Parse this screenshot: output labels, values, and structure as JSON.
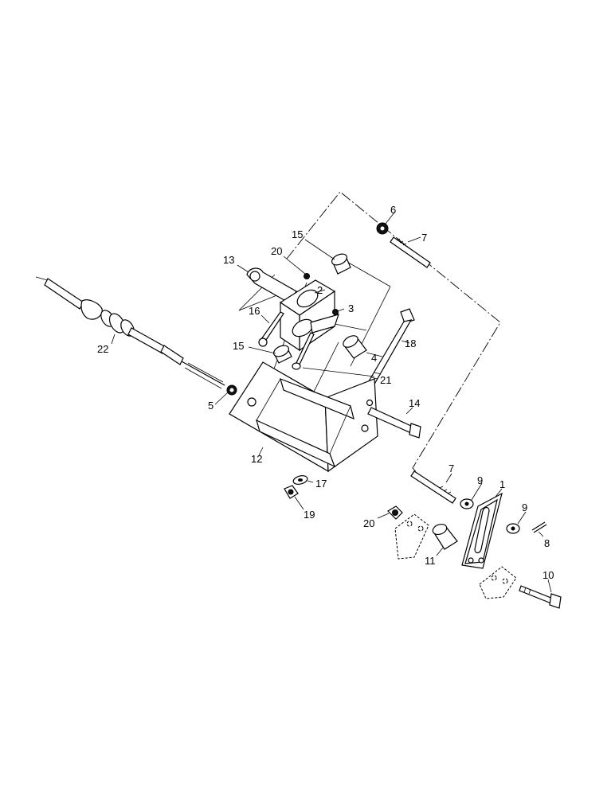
{
  "callouts": [
    "1",
    "2",
    "3",
    "4",
    "5",
    "6",
    "7",
    "7",
    "8",
    "9",
    "9",
    "10",
    "11",
    "12",
    "13",
    "14",
    "15",
    "15",
    "16",
    "17",
    "18",
    "19",
    "20",
    "20",
    "21",
    "22"
  ]
}
